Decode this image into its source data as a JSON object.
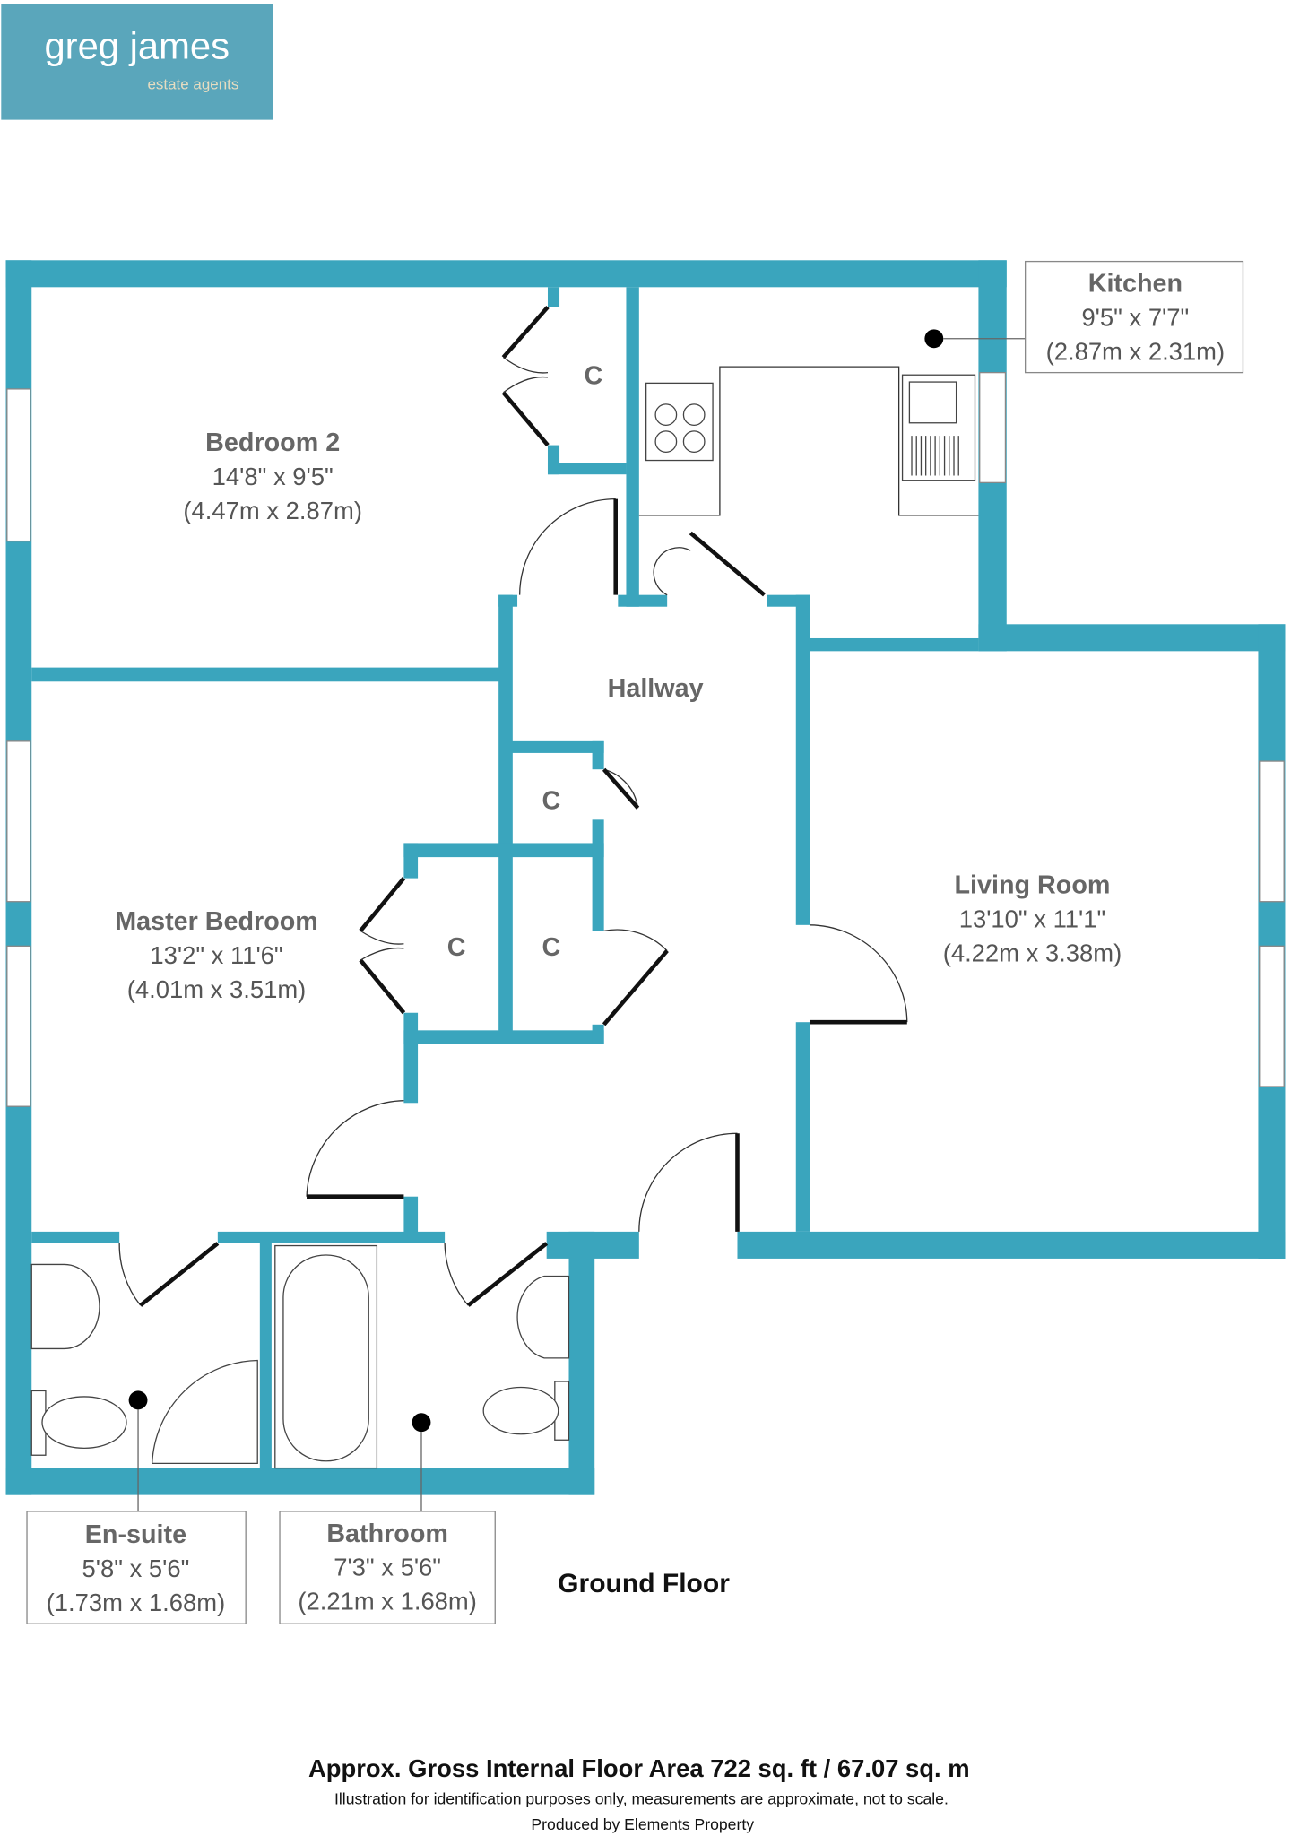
{
  "logo": {
    "name": "greg james",
    "tagline": "estate agents",
    "color": "#5aa6bb"
  },
  "rooms": {
    "bedroom2": {
      "title": "Bedroom 2",
      "imperial": "14'8\" x 9'5\"",
      "metric": "(4.47m x 2.87m)"
    },
    "kitchen": {
      "title": "Kitchen",
      "imperial": "9'5\" x 7'7\"",
      "metric": "(2.87m x 2.31m)"
    },
    "hallway": {
      "title": "Hallway"
    },
    "master": {
      "title": "Master Bedroom",
      "imperial": "13'2\" x 11'6\"",
      "metric": "(4.01m x 3.51m)"
    },
    "living": {
      "title": "Living Room",
      "imperial": "13'10\" x 11'1\"",
      "metric": "(4.22m x 3.38m)"
    },
    "ensuite": {
      "title": "En-suite",
      "imperial": "5'8\" x 5'6\"",
      "metric": "(1.73m x 1.68m)"
    },
    "bathroom": {
      "title": "Bathroom",
      "imperial": "7'3\" x 5'6\"",
      "metric": "(2.21m x 1.68m)"
    }
  },
  "closet_label": "C",
  "floor_label": "Ground Floor",
  "footer": {
    "area": "Approx. Gross Internal Floor Area 722 sq. ft / 67.07 sq. m",
    "disclaimer": "Illustration for identification purposes only, measurements are approximate, not to scale.",
    "producer": "Produced by Elements Property"
  },
  "colors": {
    "wall": "#3aa5bd"
  }
}
